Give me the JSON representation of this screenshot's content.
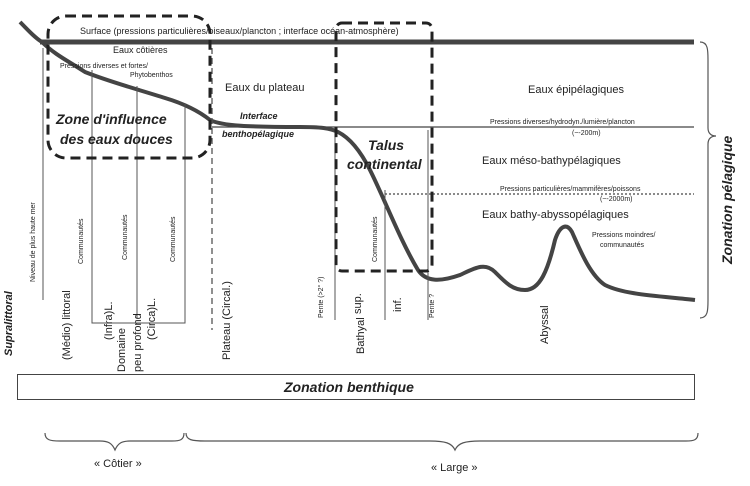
{
  "pelagic": {
    "surface": "Surface (pressions particulières/oiseaux/plancton ; interface océan-atmosphère)",
    "eaux_cotieres": "Eaux côtières",
    "pressions_cotieres_1": "Pressions diverses et fortes/",
    "pressions_cotieres_2": "Phytobenthos",
    "eaux_plateau": "Eaux du plateau",
    "eaux_epipelagiques": "Eaux épipélagiques",
    "interface_1": "Interface",
    "interface_2": "benthopélagique",
    "pressions_epi": "Pressions diverses/hydrodyn./lumière/plancton",
    "depth_200": "(~-200m)",
    "eaux_meso": "Eaux méso-bathypélagiques",
    "pressions_meso": "Pressions particulières/mammifères/poissons",
    "depth_2000": "(~-2000m)",
    "eaux_bathy": "Eaux bathy-abyssopélagiques",
    "pressions_moindres_1": "Pressions moindres/",
    "pressions_moindres_2": "communautés",
    "zonation_pelagique": "Zonation pélagique"
  },
  "zones": {
    "influence_1": "Zone d'influence",
    "influence_2": "des eaux douces",
    "talus_1": "Talus",
    "talus_2": "continental"
  },
  "benthic": {
    "supralittoral": "Supralittoral",
    "niveau_haute_mer": "Niveau de plus haute mer",
    "medio_littoral": "(Médio) littoral",
    "communautes": "Communautés",
    "infra": "(Infra)L.",
    "circa": "(Circa)L.",
    "domaine_1": "Domaine",
    "domaine_2": "peu profond",
    "plateau": "Plateau (Circal.)",
    "pente_2": "Pente (>2° ?)",
    "sup": "sup.",
    "inf": "inf.",
    "bathyal": "Bathyal",
    "pente_q": "Pente ?",
    "abyssal": "Abyssal",
    "zonation_benthique": "Zonation benthique"
  },
  "bottom": {
    "cotier": "« Côtier »",
    "large": "« Large »"
  }
}
